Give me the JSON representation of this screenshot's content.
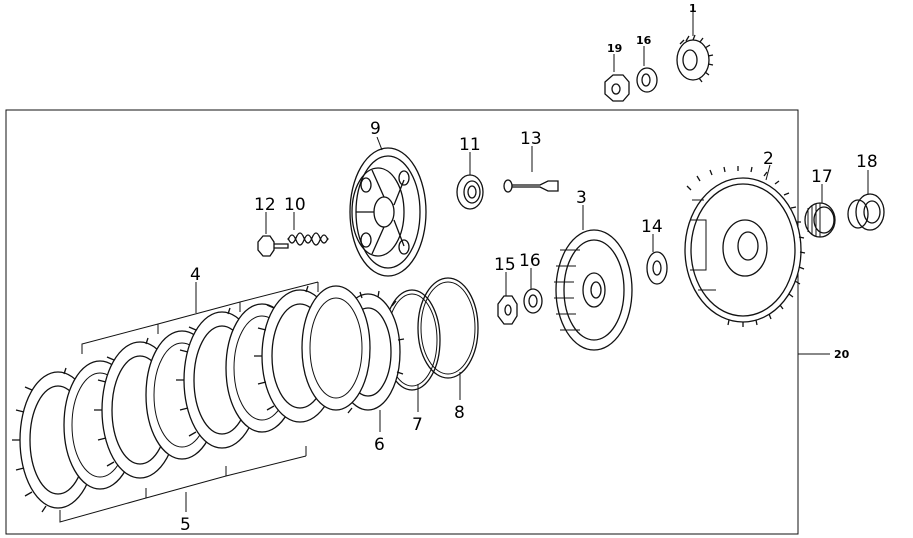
{
  "callouts": {
    "c1": "1",
    "c2": "2",
    "c3": "3",
    "c4": "4",
    "c5": "5",
    "c6": "6",
    "c7": "7",
    "c8": "8",
    "c9": "9",
    "c10": "10",
    "c11": "11",
    "c12": "12",
    "c13": "13",
    "c14": "14",
    "c15": "15",
    "c16a": "16",
    "c16b": "16",
    "c17": "17",
    "c18": "18",
    "c19": "19",
    "c20": "20"
  },
  "colors": {
    "ink": "#111111",
    "background": "#ffffff"
  }
}
